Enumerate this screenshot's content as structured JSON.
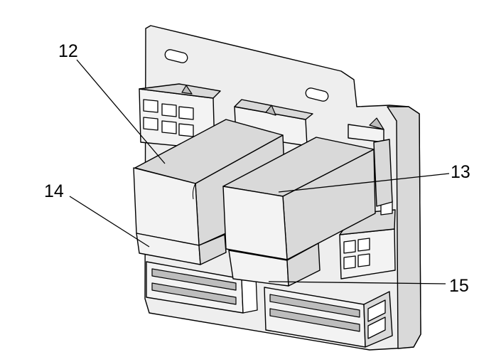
{
  "callouts": [
    {
      "id": "12",
      "label": "12"
    },
    {
      "id": "13",
      "label": "13"
    },
    {
      "id": "14",
      "label": "14"
    },
    {
      "id": "15",
      "label": "15"
    }
  ],
  "colors": {
    "line": "#000000",
    "fill_light": "#f3f3f3",
    "fill_mid": "#d9d9d9",
    "fill_dark": "#bdbdbd",
    "background": "#ffffff"
  }
}
